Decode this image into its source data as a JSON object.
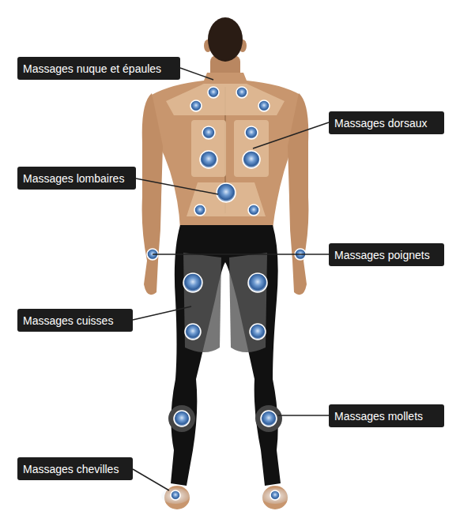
{
  "diagram": {
    "nodes": [
      {
        "text": [
          "Massages nuque et épaules"
        ]
      },
      {
        "text": [
          "Massages dorsaux"
        ]
      },
      {
        "text": [
          "Massages lombaires"
        ]
      },
      {
        "text": [
          "Massages poignets"
        ]
      },
      {
        "text": [
          "Massages cuisses"
        ]
      },
      {
        "text": [
          "Massages mollets"
        ]
      },
      {
        "text": [
          "Massages chevilles"
        ]
      }
    ]
  }
}
